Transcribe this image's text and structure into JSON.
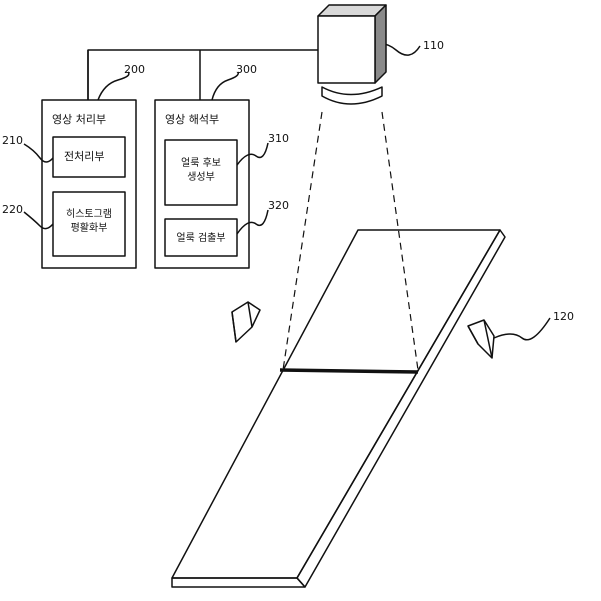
{
  "labels": {
    "image_processing_unit": "영상 처리부",
    "preprocessing_unit": "전처리부",
    "histogram_equalization_unit": "히스토그램\n평활화부",
    "image_analysis_unit": "영상 해석부",
    "defect_candidate_generation_unit": "얼룩 후보\n생성부",
    "defect_detection_unit": "얼룩 검출부"
  },
  "refs": {
    "r110": "110",
    "r120": "120",
    "r200": "200",
    "r210": "210",
    "r220": "220",
    "r300": "300",
    "r310": "310",
    "r320": "320"
  },
  "colors": {
    "line": "#111111",
    "camera_front": "#ffffff",
    "camera_top": "#d9d9d9",
    "camera_side": "#8a8a8a"
  }
}
